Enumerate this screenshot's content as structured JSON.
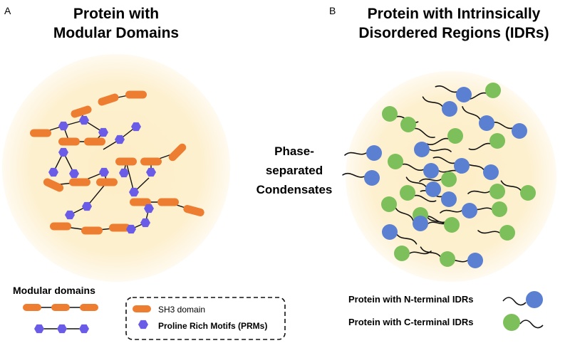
{
  "panel_a": {
    "letter": "A",
    "title_line1": "Protein with",
    "title_line2": "Modular Domains"
  },
  "panel_b": {
    "letter": "B",
    "title_line1": "Protein with Intrinsically",
    "title_line2": "Disordered Regions (IDRs)"
  },
  "center_label": {
    "line1": "Phase-",
    "line2": "separated",
    "line3": "Condensates"
  },
  "legend_a": {
    "heading": "Modular domains",
    "sh3_label": "SH3 domain",
    "prm_label": "Proline Rich Motifs (PRMs)"
  },
  "legend_b": {
    "n_terminal_label": "Protein with N-terminal IDRs",
    "c_terminal_label": "Protein with C-terminal IDRs"
  },
  "colors": {
    "sh3_domain": "#ed7d31",
    "prm": "#6b5ce7",
    "idr_blue": "#5b7fd1",
    "idr_green": "#7dbf5a",
    "condensate_center": "#fdeec6"
  }
}
